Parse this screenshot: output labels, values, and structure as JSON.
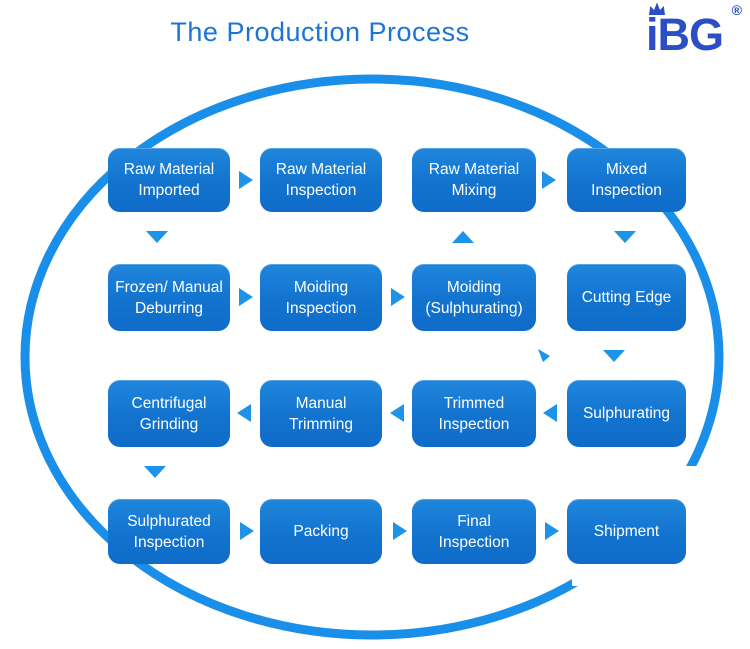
{
  "title": "The Production Process",
  "logo": {
    "text": "iBG",
    "registered": "®"
  },
  "colors": {
    "title_blue": "#1c74d6",
    "box_blue": "#1273cf",
    "arrow_blue": "#1d93ea",
    "ellipse_blue": "#1a8fe9",
    "logo_blue": "#2b4ec6",
    "box_text": "#ffffff"
  },
  "icons": {
    "arrow-right-icon": "▶",
    "arrow-left-icon": "◀",
    "arrow-up-icon": "▲",
    "arrow-down-icon": "▼",
    "arrow-diagonal-icon": "◢",
    "crown-icon": "♛"
  },
  "flow": {
    "rows": [
      {
        "boxes": [
          {
            "label": "Raw Material\nImported"
          },
          {
            "label": "Raw Material\nInspection"
          },
          {
            "label": "Raw Material\nMixing"
          },
          {
            "label": "Mixed\nInspection"
          }
        ]
      },
      {
        "boxes": [
          {
            "label": "Frozen/ Manual\nDeburring"
          },
          {
            "label": "Moiding\nInspection"
          },
          {
            "label": "Moiding\n(Sulphurating)"
          },
          {
            "label": "Cutting Edge"
          }
        ]
      },
      {
        "boxes": [
          {
            "label": "Centrifugal\nGrinding"
          },
          {
            "label": "Manual\nTrimming"
          },
          {
            "label": "Trimmed\nInspection"
          },
          {
            "label": "Sulphurating"
          }
        ]
      },
      {
        "boxes": [
          {
            "label": "Sulphurated\nInspection"
          },
          {
            "label": "Packing"
          },
          {
            "label": "Final\nInspection"
          },
          {
            "label": "Shipment"
          }
        ]
      }
    ],
    "arrows": [
      {
        "icon": "arrow-right-icon",
        "from": "Raw Material Imported",
        "to": "Raw Material Inspection"
      },
      {
        "icon": "arrow-right-icon",
        "from": "Raw Material Mixing",
        "to": "Mixed Inspection"
      },
      {
        "icon": "arrow-down-icon",
        "from": "Raw Material Imported",
        "to": "Frozen/ Manual Deburring"
      },
      {
        "icon": "arrow-up-icon",
        "from": "Moiding (Sulphurating)",
        "to": "Raw Material Mixing"
      },
      {
        "icon": "arrow-down-icon",
        "from": "Mixed Inspection",
        "to": "Cutting Edge"
      },
      {
        "icon": "arrow-right-icon",
        "from": "Frozen/ Manual Deburring",
        "to": "Moiding Inspection"
      },
      {
        "icon": "arrow-right-icon",
        "from": "Moiding Inspection",
        "to": "Moiding (Sulphurating)"
      },
      {
        "icon": "arrow-diagonal-icon",
        "from": "Moiding (Sulphurating)",
        "to": "Cutting Edge"
      },
      {
        "icon": "arrow-down-icon",
        "from": "Cutting Edge",
        "to": "Sulphurating"
      },
      {
        "icon": "arrow-left-icon",
        "from": "Sulphurating",
        "to": "Trimmed Inspection"
      },
      {
        "icon": "arrow-left-icon",
        "from": "Trimmed Inspection",
        "to": "Manual Trimming"
      },
      {
        "icon": "arrow-left-icon",
        "from": "Manual Trimming",
        "to": "Centrifugal Grinding"
      },
      {
        "icon": "arrow-down-icon",
        "from": "Centrifugal Grinding",
        "to": "Sulphurated Inspection"
      },
      {
        "icon": "arrow-right-icon",
        "from": "Sulphurated Inspection",
        "to": "Packing"
      },
      {
        "icon": "arrow-right-icon",
        "from": "Packing",
        "to": "Final Inspection"
      },
      {
        "icon": "arrow-right-icon",
        "from": "Final Inspection",
        "to": "Shipment"
      }
    ]
  }
}
